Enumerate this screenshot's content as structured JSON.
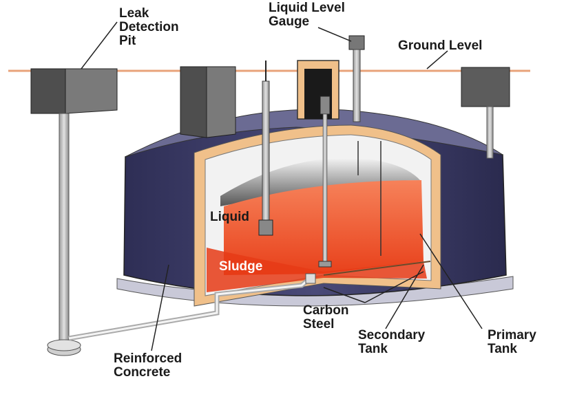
{
  "labels": {
    "leak_pit": "Leak\nDetection\nPit",
    "liquid_level_gauge": "Liquid Level\nGauge",
    "ground_level": "Ground Level",
    "liquid": "Liquid",
    "sludge": "Sludge",
    "carbon_steel": "Carbon\nSteel",
    "secondary_tank": "Secondary\nTank",
    "primary_tank": "Primary\nTank",
    "reinforced_concrete": "Reinforced\nConcrete"
  },
  "colors": {
    "ground_line": "#e8a37a",
    "concrete_wall": "#3a3a66",
    "concrete_top": "#6b6b93",
    "steel_liner": "#f0c08a",
    "liquid": "#f05a2a",
    "sludge": "#e63b16",
    "pit_box": "#5a5a5a",
    "pipe": "#b8b8b8"
  }
}
